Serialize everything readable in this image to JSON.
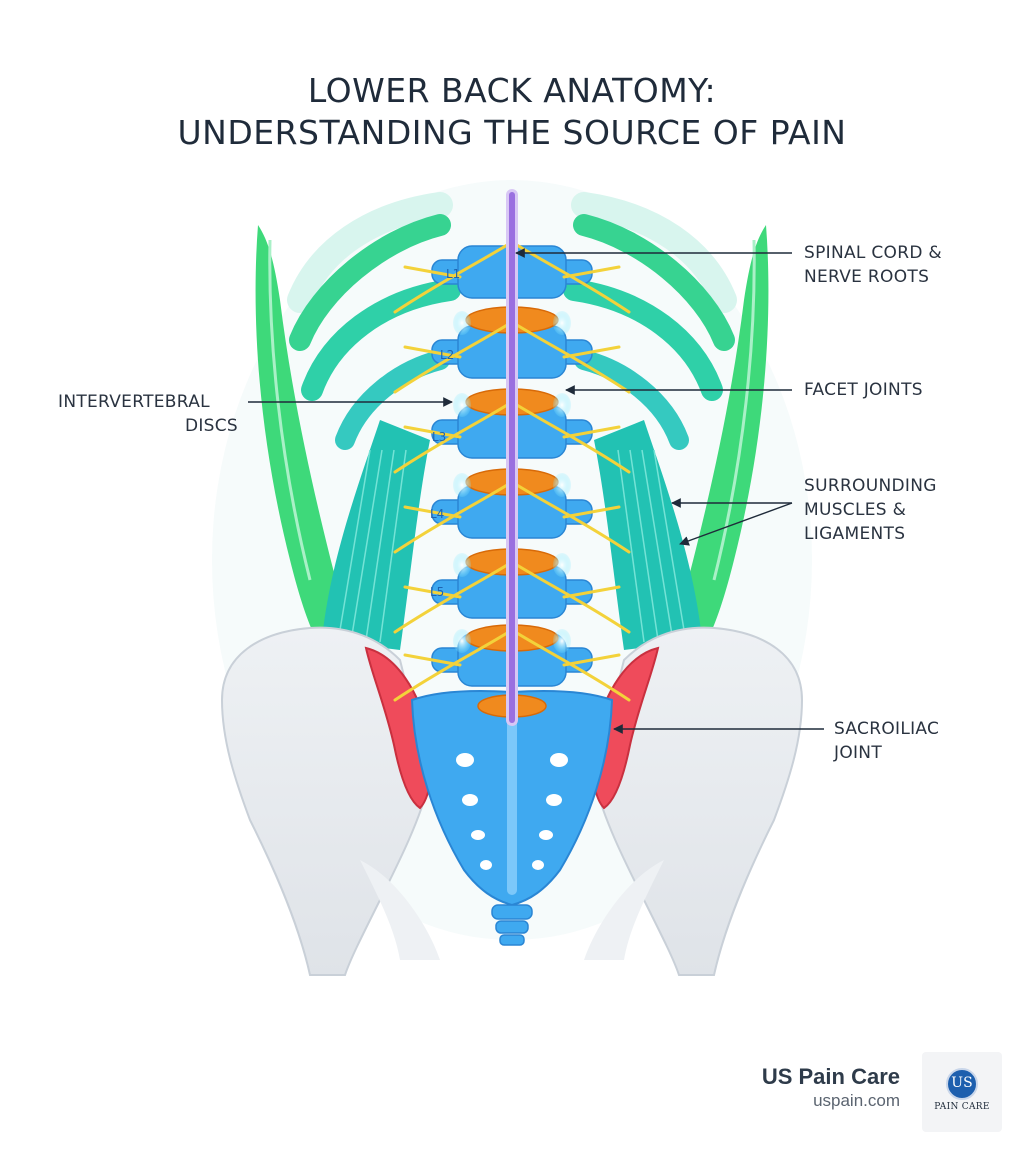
{
  "title": {
    "line1": "LOWER BACK ANATOMY:",
    "line2": "UNDERSTANDING THE SOURCE OF PAIN"
  },
  "vertebrae_labels": [
    "L1",
    "L2",
    "L3",
    "L4",
    "L5"
  ],
  "callouts": {
    "spinal_cord": {
      "line1": "SPINAL CORD &",
      "line2": "NERVE ROOTS"
    },
    "facet_joints": {
      "line1": "FACET JOINTS"
    },
    "discs": {
      "line1": "INTERVERTEBRAL",
      "line2": "DISCS"
    },
    "muscles": {
      "line1": "SURROUNDING",
      "line2": "MUSCLES &",
      "line3": "LIGAMENTS"
    },
    "sacroiliac": {
      "line1": "SACROILIAC",
      "line2": "JOINT"
    }
  },
  "brand": {
    "name": "US Pain Care",
    "url": "uspain.com",
    "logo_initials": "US",
    "logo_text": "PAIN CARE"
  },
  "colors": {
    "vertebra": "#3fa9f0",
    "vertebra_dark": "#2a86d4",
    "disc": "#f08a1e",
    "nerve": "#f3d23a",
    "spinal_cord": "#9a6fe0",
    "muscle": "#2fd0a8",
    "muscle_outer": "#3ed97a",
    "pelvis": "#e3e7ec",
    "si_joint": "#ef4b5b",
    "text": "#1f2b3a"
  }
}
